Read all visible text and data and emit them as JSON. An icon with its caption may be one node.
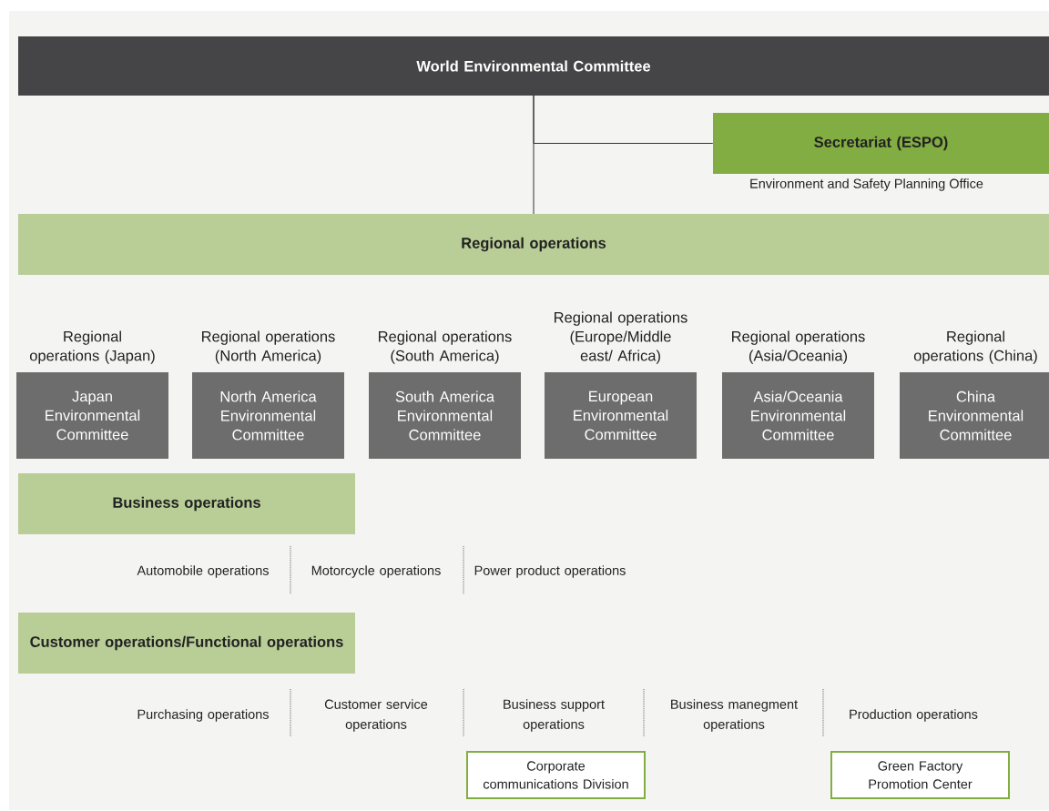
{
  "diagram": {
    "nodes": [
      {
        "text": [
          "World Environmental Committee"
        ]
      },
      {
        "text": [
          "Secretariat (ESPO)"
        ],
        "beside": [
          "Environment and Safety Planning Office"
        ]
      },
      {
        "text": [
          "Regional operations"
        ]
      },
      {
        "text": [
          "Regional operations (Japan)",
          "Japan Environmental Committee"
        ]
      },
      {
        "text": [
          "Regional operations (North America)",
          "North America Environmental Committee"
        ]
      },
      {
        "text": [
          "Regional operations (South America)",
          "South America Environmental Committee"
        ]
      },
      {
        "text": [
          "Regional operations (Europe/Middle east/ Africa)",
          "European Environmental Committee"
        ]
      },
      {
        "text": [
          "Regional operations (Asia/Oceania)",
          "Asia/Oceania Environmental Committee"
        ]
      },
      {
        "text": [
          "Regional operations (China)",
          "China Environmental Committee"
        ]
      },
      {
        "text": [
          "Business operations"
        ]
      },
      {
        "text": [
          "Customer operations/Functional operations"
        ]
      },
      {
        "text": [
          "Corporate communications Division"
        ]
      },
      {
        "text": [
          "Green Factory Promotion Center"
        ]
      }
    ],
    "edges": [
      {
        "from": 0,
        "to": 1,
        "arrow": "none"
      },
      {
        "from": 0,
        "to": 2,
        "arrow": "none"
      }
    ],
    "labels": [
      "Automobile operations",
      "Motorcycle operations",
      "Power product operations",
      "Purchasing operations",
      "Customer service operations",
      "Business support operations",
      "Business manegment operations",
      "Production operations"
    ]
  }
}
